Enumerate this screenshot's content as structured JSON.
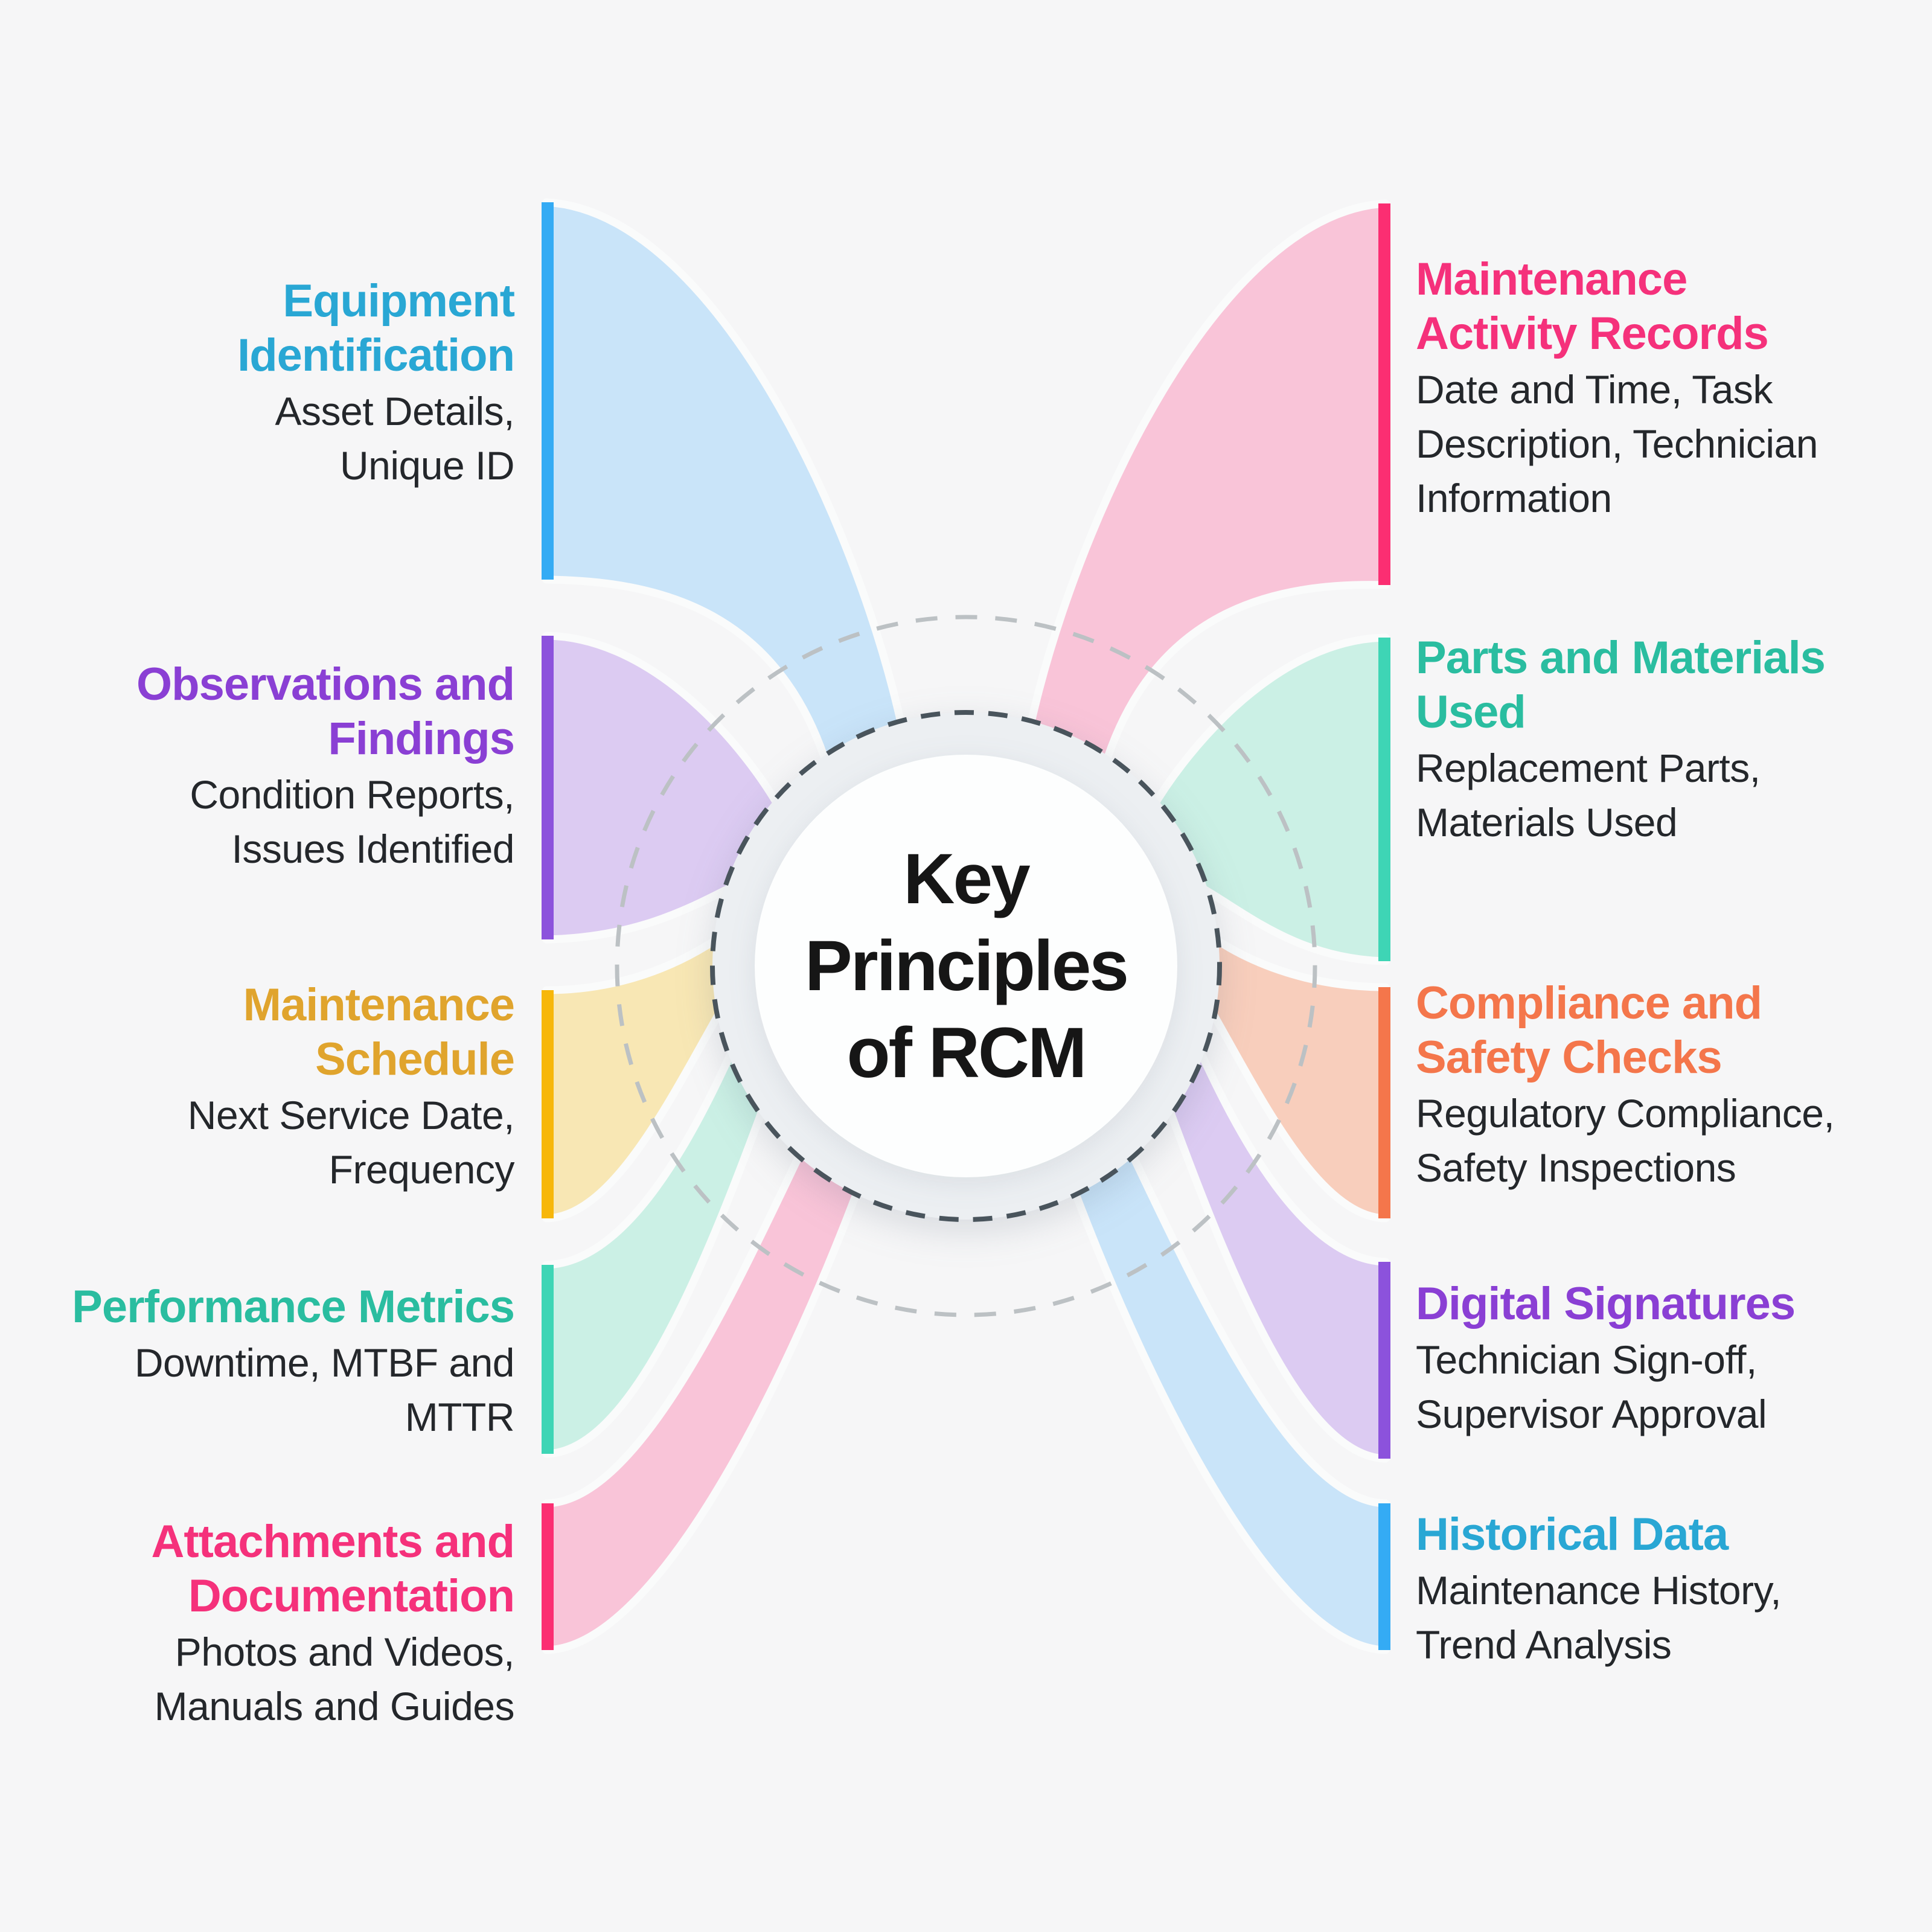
{
  "page": {
    "background": "#f6f6f7"
  },
  "center": {
    "title_lines": [
      "Key",
      "Principles",
      "of RCM"
    ],
    "title_color": "#161616",
    "inner_circle_fill": "#fdfefe",
    "ring_fill": "#eceff2",
    "ring_dash_color": "#49545c",
    "outer_dash_color": "#bcc1c4"
  },
  "left_items": [
    {
      "id": "equipment-identification",
      "heading_lines": [
        "Equipment",
        "Identification"
      ],
      "description_lines": [
        "Asset Details,",
        "Unique ID"
      ],
      "colors": {
        "heading": "#29a7d4",
        "bar": "#34abf4",
        "ribbon": "#c9e4f9"
      }
    },
    {
      "id": "observations-and-findings",
      "heading_lines": [
        "Observations and",
        "Findings"
      ],
      "description_lines": [
        "Condition Reports,",
        "Issues Identified"
      ],
      "colors": {
        "heading": "#8a3fd4",
        "bar": "#8c52dc",
        "ribbon": "#dccbf2"
      }
    },
    {
      "id": "maintenance-schedule",
      "heading_lines": [
        "Maintenance",
        "Schedule"
      ],
      "description_lines": [
        "Next Service Date,",
        "Frequency"
      ],
      "colors": {
        "heading": "#e0a42d",
        "bar": "#f7b70a",
        "ribbon": "#f8e7b4"
      }
    },
    {
      "id": "performance-metrics",
      "heading_lines": [
        "Performance Metrics"
      ],
      "description_lines": [
        "Downtime, MTBF and",
        "MTTR"
      ],
      "colors": {
        "heading": "#2abda0",
        "bar": "#3ed5b5",
        "ribbon": "#cbf0e5"
      }
    },
    {
      "id": "attachments-and-documentation",
      "heading_lines": [
        "Attachments and",
        "Documentation"
      ],
      "description_lines": [
        "Photos and Videos,",
        "Manuals and Guides"
      ],
      "colors": {
        "heading": "#f5317b",
        "bar": "#fb2e72",
        "ribbon": "#f9c4d8"
      }
    }
  ],
  "right_items": [
    {
      "id": "maintenance-activity-records",
      "heading_lines": [
        "Maintenance",
        "Activity Records"
      ],
      "description_lines": [
        "Date and Time, Task",
        "Description, Technician",
        "Information"
      ],
      "colors": {
        "heading": "#f5317b",
        "bar": "#fb2e72",
        "ribbon": "#f9c4d8"
      }
    },
    {
      "id": "parts-and-materials-used",
      "heading_lines": [
        "Parts and Materials",
        "Used"
      ],
      "description_lines": [
        "Replacement Parts,",
        "Materials Used"
      ],
      "colors": {
        "heading": "#2abda0",
        "bar": "#3ed5b5",
        "ribbon": "#cbf0e5"
      }
    },
    {
      "id": "compliance-and-safety-checks",
      "heading_lines": [
        "Compliance and",
        "Safety Checks"
      ],
      "description_lines": [
        "Regulatory Compliance,",
        "Safety Inspections"
      ],
      "colors": {
        "heading": "#f4764b",
        "bar": "#f4764b",
        "ribbon": "#f8cebc"
      }
    },
    {
      "id": "digital-signatures",
      "heading_lines": [
        "Digital Signatures"
      ],
      "description_lines": [
        "Technician Sign-off,",
        "Supervisor Approval"
      ],
      "colors": {
        "heading": "#8a3fd4",
        "bar": "#8c52dc",
        "ribbon": "#dccbf2"
      }
    },
    {
      "id": "historical-data",
      "heading_lines": [
        "Historical Data"
      ],
      "description_lines": [
        "Maintenance History,",
        "Trend Analysis"
      ],
      "colors": {
        "heading": "#29a7d4",
        "bar": "#34abf4",
        "ribbon": "#c9e4f9"
      }
    }
  ]
}
